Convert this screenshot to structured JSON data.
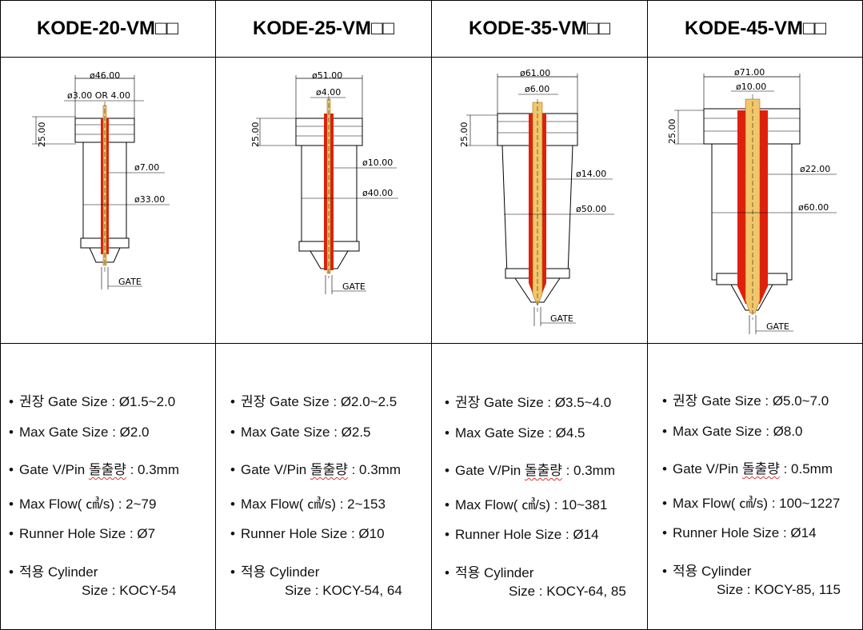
{
  "models": [
    {
      "title": "KODE-20-VM□□",
      "dims": {
        "outer": "ø46.00",
        "pin": "ø3.00  OR  4.00",
        "runner": "ø7.00",
        "body": "ø33.00",
        "height": "25.00",
        "gate": "GATE"
      },
      "specs": {
        "gate_size": "권장 Gate Size : Ø1.5~2.0",
        "max_gate": "Max Gate Size : Ø2.0",
        "pin_prefix": "Gate V/Pin ",
        "pin_word": "돌출량",
        "pin_value": " : 0.3mm",
        "flow": "Max Flow( ㎤/s) : 2~79",
        "runner": "Runner Hole Size : Ø7",
        "cyl": "적용 Cylinder",
        "cyl_size": "Size :   KOCY-54"
      }
    },
    {
      "title": "KODE-25-VM□□",
      "dims": {
        "outer": "ø51.00",
        "pin": "ø4.00",
        "runner": "ø10.00",
        "body": "ø40.00",
        "height": "25.00",
        "gate": "GATE"
      },
      "specs": {
        "gate_size": "권장 Gate Size : Ø2.0~2.5",
        "max_gate": "Max Gate Size : Ø2.5",
        "pin_prefix": "Gate V/Pin ",
        "pin_word": "돌출량",
        "pin_value": " : 0.3mm",
        "flow": "Max Flow( ㎤/s) : 2~153",
        "runner": "Runner Hole Size : Ø10",
        "cyl": "적용 Cylinder",
        "cyl_size": "Size :   KOCY-54, 64"
      }
    },
    {
      "title": "KODE-35-VM□□",
      "dims": {
        "outer": "ø61.00",
        "pin": "ø6.00",
        "runner": "ø14.00",
        "body": "ø50.00",
        "height": "25.00",
        "gate": "GATE"
      },
      "specs": {
        "gate_size": "권장 Gate Size : Ø3.5~4.0",
        "max_gate": "Max Gate Size : Ø4.5",
        "pin_prefix": "Gate V/Pin ",
        "pin_word": "돌출량",
        "pin_value": " : 0.3mm",
        "flow": "Max Flow( ㎤/s) : 10~381",
        "runner": "Runner Hole Size : Ø14",
        "cyl": "적용 Cylinder",
        "cyl_size": "Size :   KOCY-64, 85"
      }
    },
    {
      "title": "KODE-45-VM□□",
      "dims": {
        "outer": "ø71.00",
        "pin": "ø10.00",
        "runner": "ø22.00",
        "body": "ø60.00",
        "height": "25.00",
        "gate": "GATE"
      },
      "specs": {
        "gate_size": "권장 Gate Size : Ø5.0~7.0",
        "max_gate": "Max Gate Size : Ø8.0",
        "pin_prefix": "Gate V/Pin ",
        "pin_word": "돌출량",
        "pin_value": " : 0.5mm",
        "flow": "Max Flow( ㎤/s) : 100~1227",
        "runner": "Runner Hole Size : Ø14",
        "cyl": "적용 Cylinder",
        "cyl_size": "Size :   KOCY-85, 115"
      }
    }
  ],
  "colors": {
    "nozzle_red": "#e0200c",
    "pin_gold": "#f2c66a",
    "line": "#000000"
  }
}
